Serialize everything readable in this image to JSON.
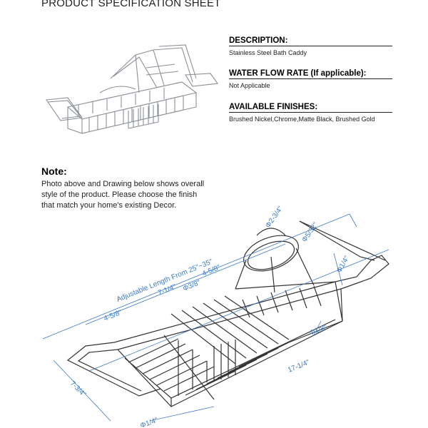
{
  "page": {
    "title": "PRODUCT SPECIFICATION SHEET"
  },
  "specs": {
    "description": {
      "heading": "DESCRIPTION:",
      "value": "Stainless Steel Bath Caddy"
    },
    "water_flow": {
      "heading": "WATER FLOW RATE (If applicable):",
      "value": "Not Applicable"
    },
    "finishes": {
      "heading": "AVAILABLE FINISHES:",
      "value": "Brushed Nickel,Chrome,Matte Black, Brushed Gold"
    }
  },
  "note": {
    "heading": "Note:",
    "body": "Photo above and Drawing below shows overall\nstyle of the product. Please choose the finish\nthat match your home's existing Decor."
  },
  "drawing": {
    "dimensions": {
      "adjustable_length": "Adjustable Length From  25\"~35\"",
      "dim_4_5_8_a": "4-5/8\"",
      "dim_7_1_4": "7-1/4\"",
      "dim_4_5_8_b": "4-5/8\"",
      "dim_phi_3_8": "Φ3/8\"",
      "dim_phi_2_3_4": "Φ2-3/4\"",
      "dim_phi_5_32": "Φ5/32\"",
      "dim_phi_1_4_right": "Φ1/4\"",
      "dim_phi_1_8": "Φ1/8\"",
      "dim_17_1_4": "17-1/4\"",
      "dim_7_3_4": "7-3/4\"",
      "dim_phi_1_4_bottom": "Φ1/4\""
    }
  },
  "colors": {
    "dimension_blue": "#3a7bc8",
    "line_dark": "#333333"
  }
}
